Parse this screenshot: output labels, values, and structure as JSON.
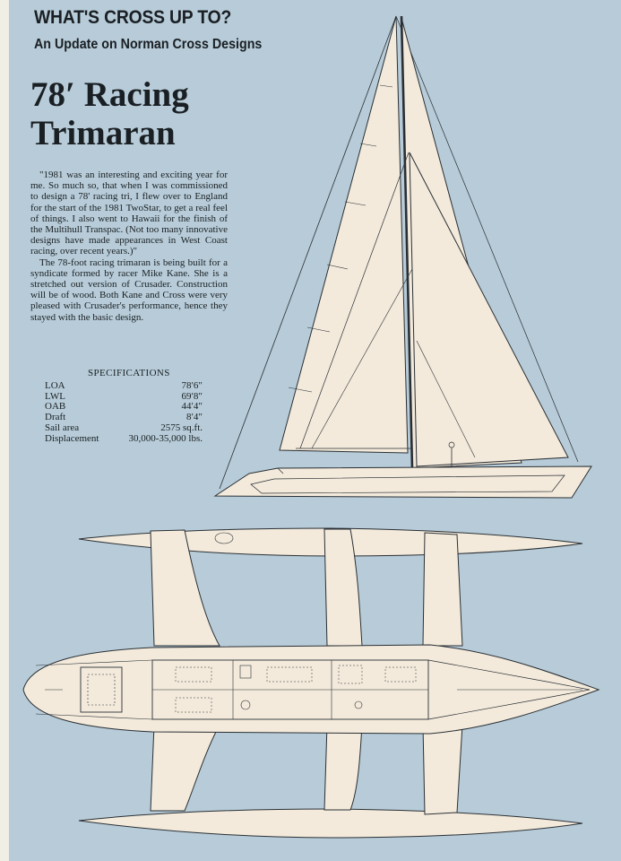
{
  "header": {
    "kicker": "WHAT'S CROSS UP TO?",
    "subhead": "An Update on Norman Cross Designs"
  },
  "article": {
    "title": "78′ Racing Trimaran",
    "intro": "\"1981 was an interesting and exciting year for me. So much so, that when I was commissioned to design a 78' racing tri, I flew over to England for the start of the 1981 TwoStar, to get a real feel of things. I also went to Hawaii for the finish of the Multihull Transpac. (Not too many innovative designs have made appearances in West Coast racing, over recent years.)\"",
    "body": "The 78-foot racing trimaran is being built for a syndicate formed by racer Mike Kane. She is a stretched out version of Crusader. Construction will be of wood. Both Kane and Cross were very pleased with Crusader's performance, hence they stayed with the basic design."
  },
  "specifications": {
    "heading": "SPECIFICATIONS",
    "rows": [
      {
        "label": "LOA",
        "value": "78′6″"
      },
      {
        "label": "LWL",
        "value": "69′8″"
      },
      {
        "label": "OAB",
        "value": "44′4″"
      },
      {
        "label": "Draft",
        "value": "8′4″"
      },
      {
        "label": "Sail area",
        "value": "2575 sq.ft."
      },
      {
        "label": "Displacement",
        "value": "30,000-35,000 lbs."
      }
    ]
  },
  "colors": {
    "page_background": "#b7ccd8",
    "drawing_fill": "#f3eadb",
    "ink": "#1a1f24"
  }
}
